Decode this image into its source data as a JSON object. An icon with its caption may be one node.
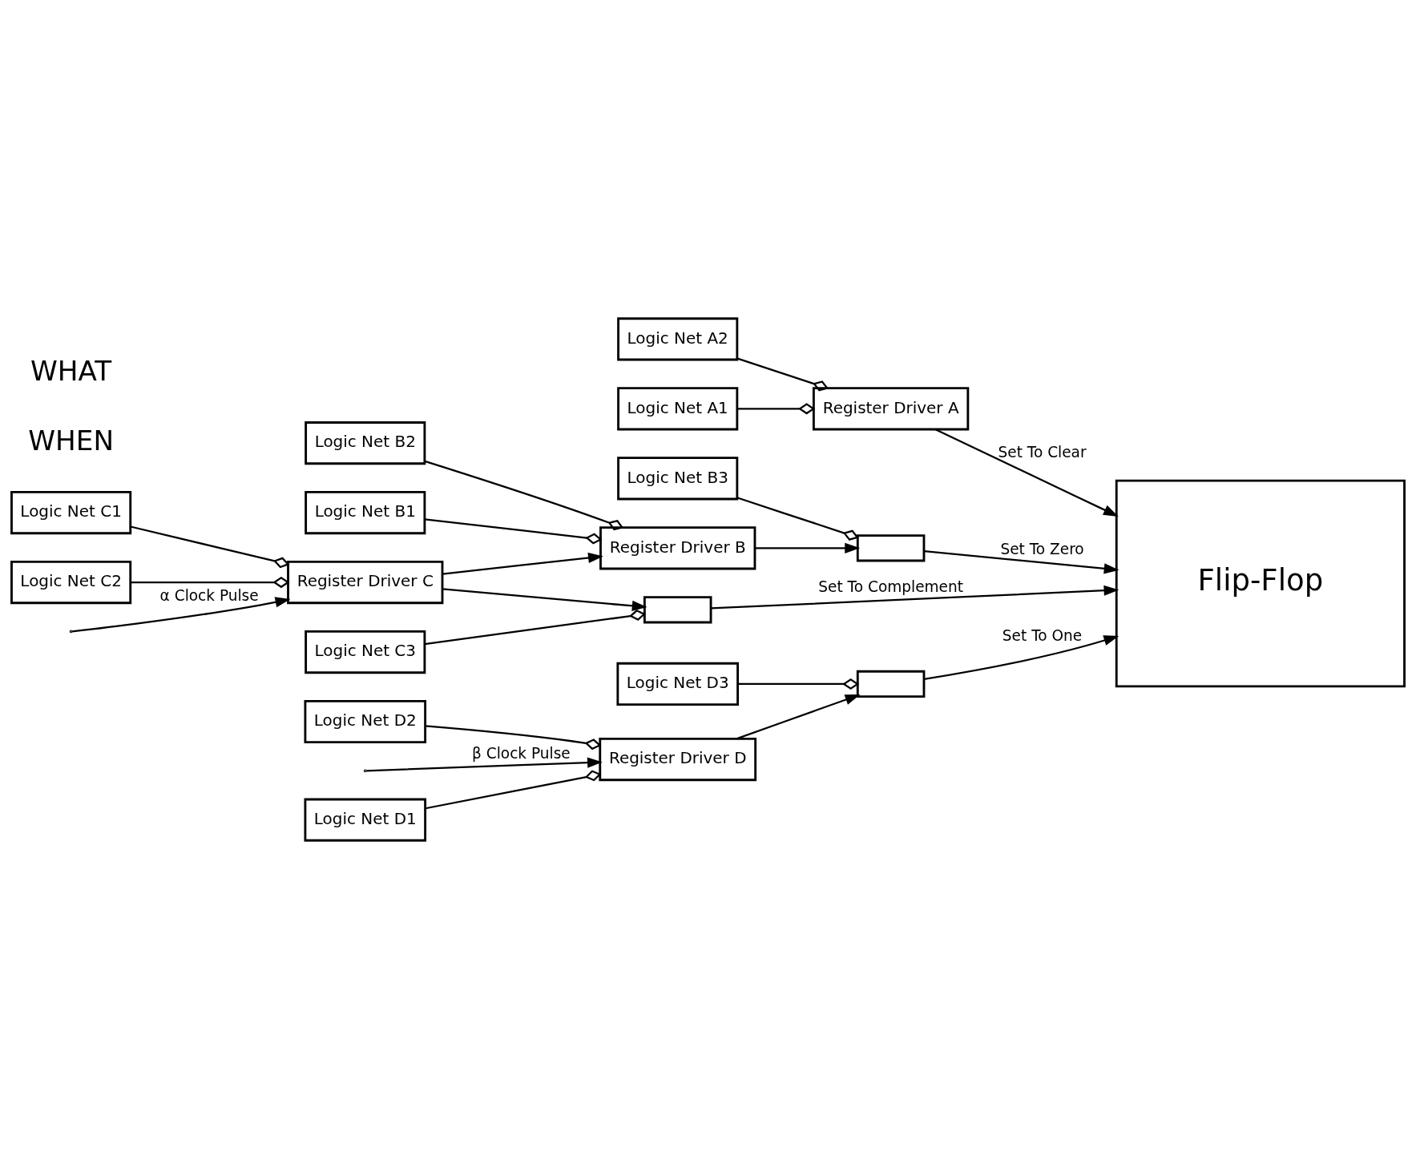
{
  "diagram": {
    "nodes": [
      {
        "text": [
          "Flip-Flop"
        ]
      },
      {
        "text": [
          "Logic Net A1"
        ]
      },
      {
        "text": [
          "Logic Net A2"
        ]
      },
      {
        "text": [
          "Register Driver A"
        ]
      },
      {
        "text": [
          "Logic Net B1"
        ]
      },
      {
        "text": [
          "Logic Net B2"
        ]
      },
      {
        "text": [
          "Register Driver B"
        ]
      },
      {
        "text": [
          "Logic Net C1"
        ]
      },
      {
        "text": [
          "Logic Net C2"
        ]
      },
      {
        "text": [
          "Register Driver C"
        ]
      },
      {
        "text": [
          "Logic Net D1"
        ]
      },
      {
        "text": [
          "Logic Net D2"
        ]
      },
      {
        "text": [
          "Register Driver D"
        ]
      },
      {
        "text": [],
        "shape": "box"
      },
      {
        "text": [
          "Logic Net B3"
        ]
      },
      {
        "text": [],
        "shape": "box"
      },
      {
        "text": [
          "Logic Net C3"
        ]
      },
      {
        "text": [],
        "shape": "box"
      },
      {
        "text": [
          "Logic Net D3"
        ]
      }
    ],
    "edges": [
      {
        "from": 1,
        "to": 3,
        "arrow": "other"
      },
      {
        "from": 2,
        "to": 3,
        "arrow": "other"
      },
      {
        "from": 3,
        "to": 0,
        "arrow": "to",
        "label": "Set To Clear"
      },
      {
        "from": 4,
        "to": 6,
        "arrow": "other"
      },
      {
        "from": 5,
        "to": 6,
        "arrow": "other"
      },
      {
        "from": 6,
        "to": 13,
        "arrow": "to"
      },
      {
        "from": 14,
        "to": 13,
        "arrow": "other"
      },
      {
        "from": 13,
        "to": 0,
        "arrow": "to",
        "label": "Set To Zero"
      },
      {
        "from": 7,
        "to": 9,
        "arrow": "other"
      },
      {
        "from": 8,
        "to": 9,
        "arrow": "other"
      },
      {
        "from": 9,
        "to": 6,
        "arrow": "to"
      },
      {
        "from": null,
        "to": 9,
        "arrow": "to",
        "label": "α Clock Pulse"
      },
      {
        "from": 9,
        "to": 15,
        "arrow": "to"
      },
      {
        "from": 16,
        "to": 15,
        "arrow": "other"
      },
      {
        "from": 15,
        "to": 0,
        "arrow": "to",
        "label": "Set To Complement"
      },
      {
        "from": 10,
        "to": 12,
        "arrow": "other"
      },
      {
        "from": 11,
        "to": 12,
        "arrow": "other"
      },
      {
        "from": null,
        "to": 12,
        "arrow": "to",
        "label": "β Clock Pulse"
      },
      {
        "from": 12,
        "to": 17,
        "arrow": "to"
      },
      {
        "from": 18,
        "to": 17,
        "arrow": "other"
      },
      {
        "from": 17,
        "to": 0,
        "arrow": "to",
        "label": "Set To One"
      }
    ],
    "labels": [
      "WHEN",
      "WHAT"
    ]
  }
}
